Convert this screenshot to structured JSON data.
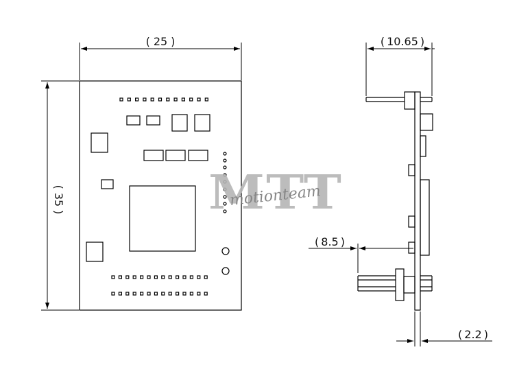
{
  "dimensions": {
    "width": "25",
    "height": "35",
    "depth": "10.65",
    "pin_offset": "8.5",
    "board_thickness": "2.2"
  },
  "watermark": {
    "logo": "MTT",
    "script": "motionteam"
  },
  "colors": {
    "line": "#000000",
    "watermark": "#b5b5b5"
  }
}
